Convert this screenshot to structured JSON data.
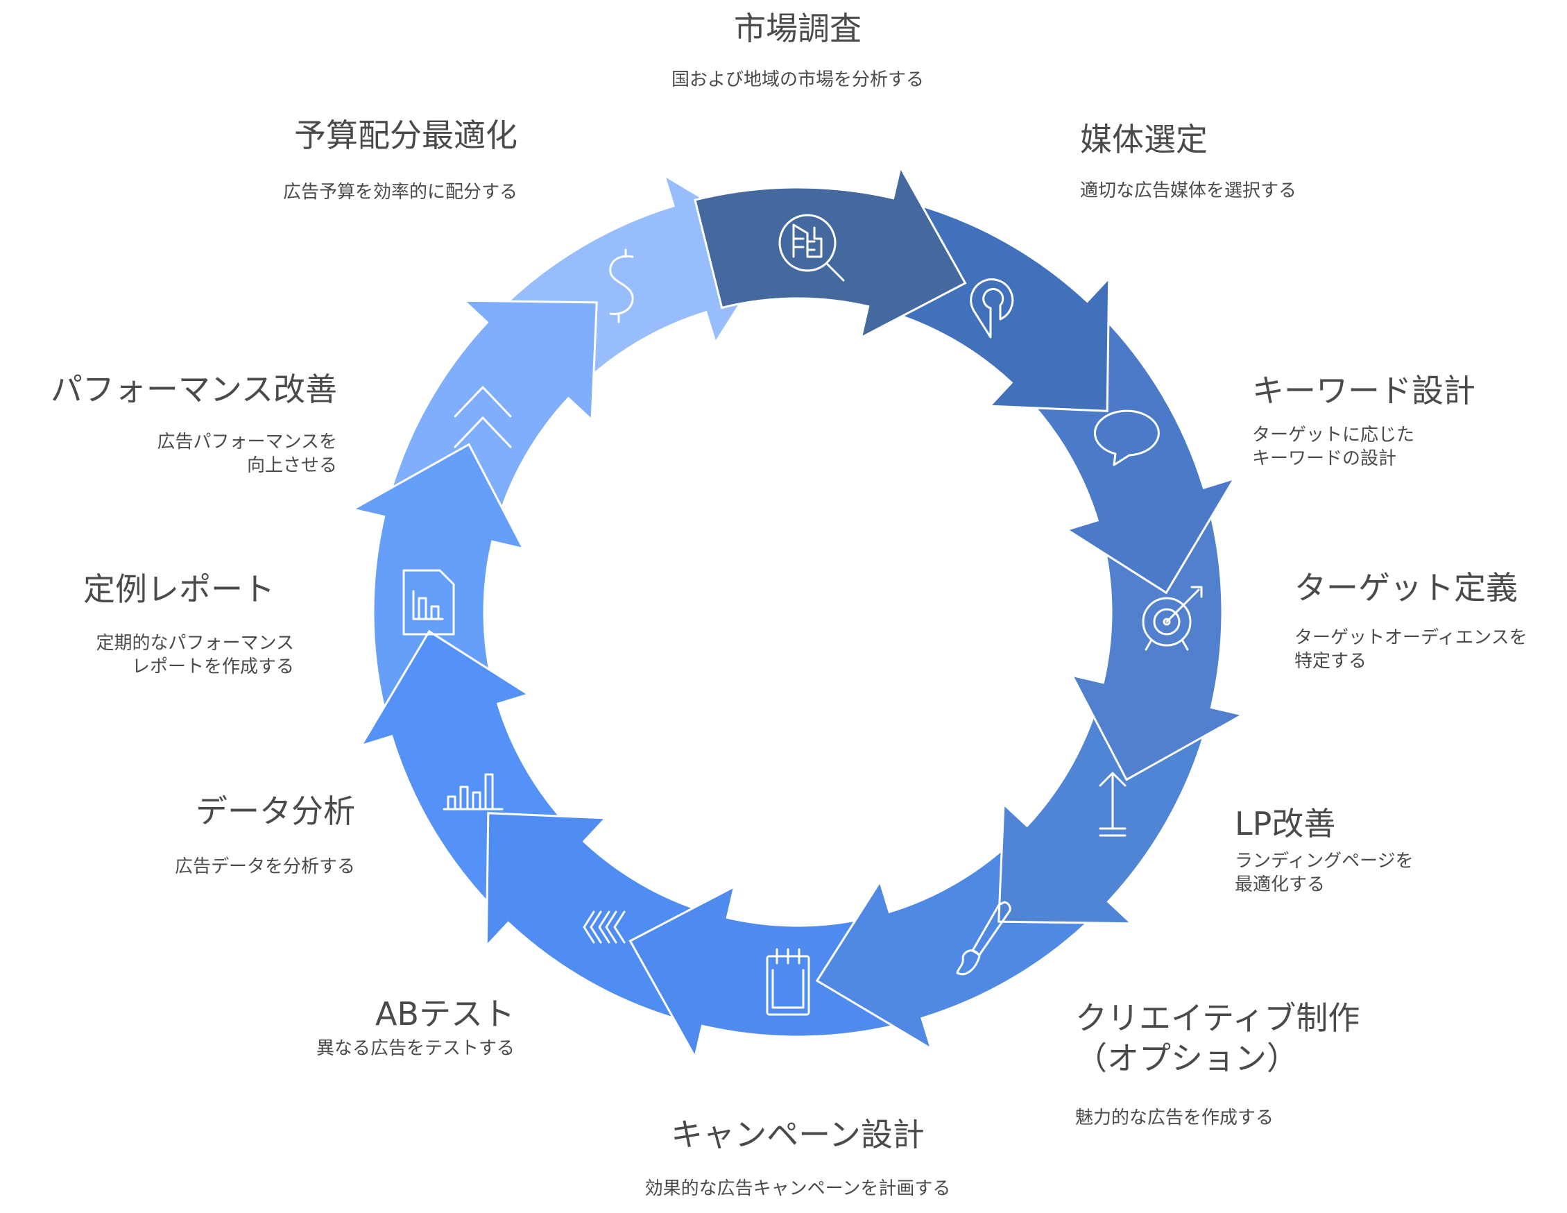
{
  "diagram": {
    "type": "cycle",
    "direction": "clockwise",
    "steps": [
      {
        "title": "市場調査",
        "description": "国および地域の市場を分析する",
        "icon": "market-search-icon",
        "color": "#44699f"
      },
      {
        "title": "媒体選定",
        "description": "適切な広告媒体を選択する",
        "icon": "location-pin-icon",
        "color": "#4271bb"
      },
      {
        "title": "キーワード設計",
        "description": "ターゲットに応じた\nキーワードの設計",
        "icon": "speech-bubble-icon",
        "color": "#4a7ac8"
      },
      {
        "title": "ターゲット定義",
        "description": "ターゲットオーディエンスを\n特定する",
        "icon": "target-icon",
        "color": "#5080ce"
      },
      {
        "title": "LP改善",
        "description": "ランディングページを\n最適化する",
        "icon": "upload-arrow-icon",
        "color": "#5085d6"
      },
      {
        "title": "クリエイティブ制作\n（オプション）",
        "description": "魅力的な広告を作成する",
        "icon": "paintbrush-icon",
        "color": "#4f89e4"
      },
      {
        "title": "キャンペーン設計",
        "description": "効果的な広告キャンペーンを計画する",
        "icon": "calendar-icon",
        "color": "#4f8bee"
      },
      {
        "title": "ABテスト",
        "description": "異なる広告をテストする",
        "icon": "triple-chevron-left-icon",
        "color": "#4f8df3"
      },
      {
        "title": "データ分析",
        "description": "広告データを分析する",
        "icon": "bar-chart-icon",
        "color": "#5592f8"
      },
      {
        "title": "定例レポート",
        "description": "定期的なパフォーマンス\nレポートを作成する",
        "icon": "report-document-icon",
        "color": "#659ffa"
      },
      {
        "title": "パフォーマンス改善",
        "description": "広告パフォーマンスを\n向上させる",
        "icon": "double-chevron-up-icon",
        "color": "#7faefc"
      },
      {
        "title": "予算配分最適化",
        "description": "広告予算を効率的に配分する",
        "icon": "dollar-icon",
        "color": "#97bdfd"
      }
    ]
  }
}
